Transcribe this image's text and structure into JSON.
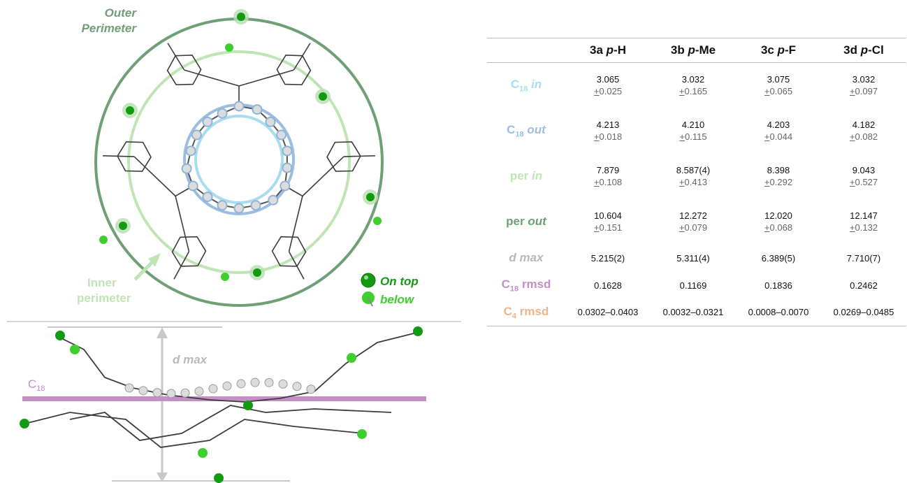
{
  "colors": {
    "outer": "#6f9f76",
    "inner": "#bfe5b5",
    "c18_in": "#a9dcef",
    "c18_out": "#9bbde0",
    "dmax": "#b9b9b9",
    "c18_rmsd": "#c58fc6",
    "c4_rmsd": "#f0b48a",
    "top_sphere": "#139a13",
    "below_sphere": "#3ecf2e",
    "bond": "#3c3c3c"
  },
  "figure": {
    "outer_label": "Outer\nPerimeter",
    "inner_label": "Inner\nperimeter",
    "legend_top": "On top",
    "legend_below": "below",
    "side_dmax": "d max",
    "side_c18": "C",
    "side_c18_sub": "18"
  },
  "table": {
    "headers": [
      {
        "id": "3a",
        "label": "3a",
        "sub": "p",
        "tail": "-H"
      },
      {
        "id": "3b",
        "label": "3b",
        "sub": "p",
        "tail": "-Me"
      },
      {
        "id": "3c",
        "label": "3c",
        "sub": "p",
        "tail": "-F"
      },
      {
        "id": "3d",
        "label": "3d",
        "sub": "p",
        "tail": "-Cl"
      }
    ],
    "rows": [
      {
        "key": "c18_in",
        "label": "C",
        "label_sub": "18",
        "label_tail": "in",
        "tail_italic": true,
        "cells": [
          [
            "3.065",
            "+0.025"
          ],
          [
            "3.032",
            "+0.165"
          ],
          [
            "3.075",
            "+0.065"
          ],
          [
            "3.032",
            "+0.097"
          ]
        ]
      },
      {
        "key": "c18_out",
        "label": "C",
        "label_sub": "18",
        "label_tail": "out",
        "tail_italic": true,
        "cells": [
          [
            "4.213",
            "+0.018"
          ],
          [
            "4.210",
            "+0.115"
          ],
          [
            "4.203",
            "+0.044"
          ],
          [
            "4.182",
            "+0.082"
          ]
        ]
      },
      {
        "key": "per_in",
        "label": "per",
        "label_sub": "",
        "label_tail": "in",
        "tail_italic": true,
        "cells": [
          [
            "7.879",
            "+0.108"
          ],
          [
            "8.587(4)",
            "+0.413"
          ],
          [
            "8.398",
            "+0.292"
          ],
          [
            "9.043",
            "+0.527"
          ]
        ]
      },
      {
        "key": "per_out",
        "label": "per",
        "label_sub": "",
        "label_tail": "out",
        "tail_italic": true,
        "cells": [
          [
            "10.604",
            "+0.151"
          ],
          [
            "12.272",
            "+0.079"
          ],
          [
            "12.020",
            "+0.068"
          ],
          [
            "12.147",
            "+0.132"
          ]
        ]
      },
      {
        "key": "d_max",
        "label": "d max",
        "label_sub": "",
        "label_tail": "",
        "tail_italic": false,
        "cells": [
          [
            "5.215(2)"
          ],
          [
            "5.311(4)"
          ],
          [
            "6.389(5)"
          ],
          [
            "7.710(7)"
          ]
        ]
      },
      {
        "key": "c18_rmsd",
        "label": "C",
        "label_sub": "18",
        "label_tail": "rmsd",
        "tail_italic": false,
        "cells": [
          [
            "0.1628"
          ],
          [
            "0.1169"
          ],
          [
            "0.1836"
          ],
          [
            "0.2462"
          ]
        ]
      },
      {
        "key": "c4_rmsd",
        "label": "C",
        "label_sub": "4",
        "label_tail": "rmsd",
        "tail_italic": false,
        "cells": [
          [
            "0.0302–0.0403"
          ],
          [
            "0.0032–0.0321"
          ],
          [
            "0.0008–0.0070"
          ],
          [
            "0.0269–0.0485"
          ]
        ]
      }
    ]
  }
}
